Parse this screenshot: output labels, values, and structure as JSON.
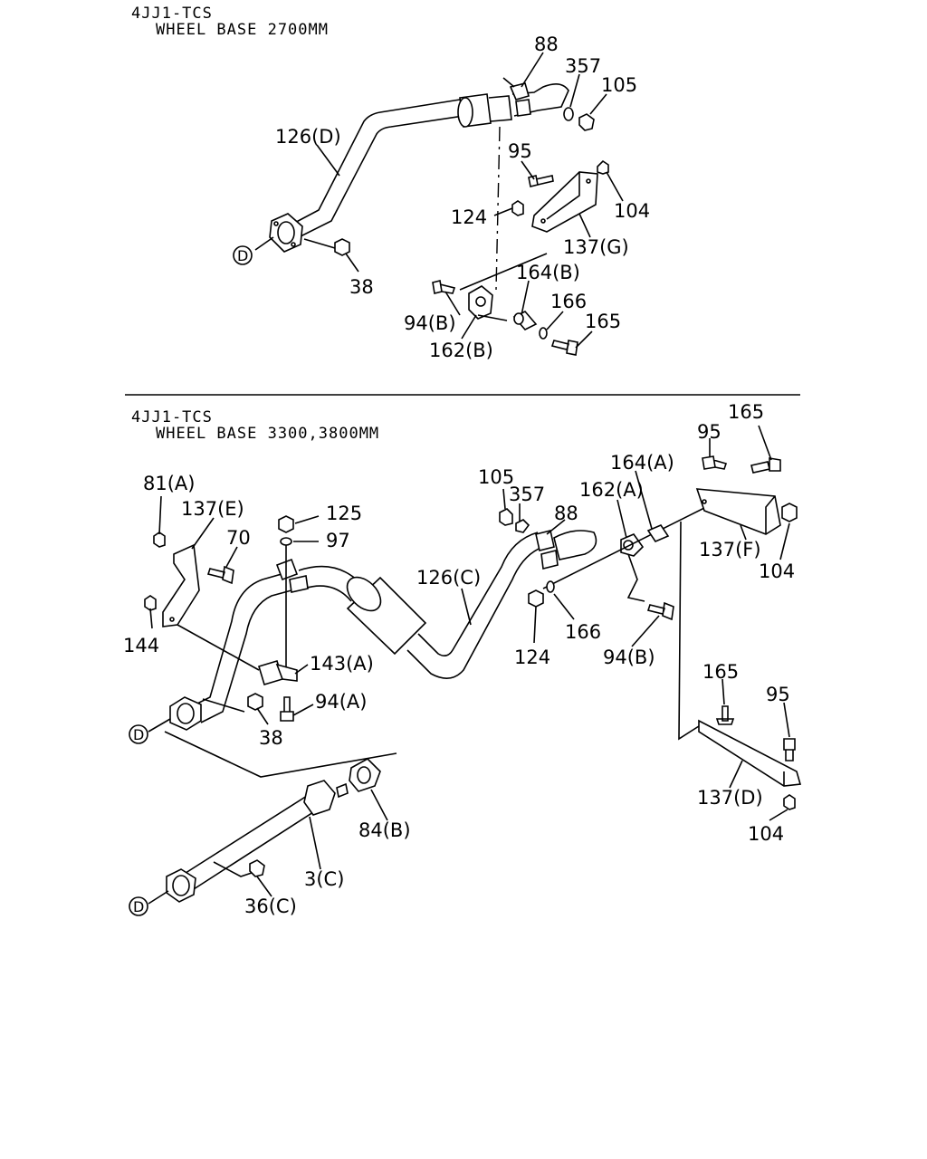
{
  "sections": [
    {
      "header_model": "4JJ1-TCS",
      "header_wheelbase": "WHEEL BASE 2700MM",
      "callouts": [
        "88",
        "357",
        "105",
        "126(D)",
        "95",
        "104",
        "124",
        "137(G)",
        "38",
        "164(B)",
        "166",
        "94(B)",
        "165",
        "162(B)"
      ],
      "markers": [
        "D"
      ]
    },
    {
      "header_model": "4JJ1-TCS",
      "header_wheelbase": "WHEEL BASE 3300,3800MM",
      "callouts": [
        "165",
        "95",
        "164(A)",
        "105",
        "81(A)",
        "357",
        "162(A)",
        "137(E)",
        "125",
        "88",
        "70",
        "97",
        "126(C)",
        "137(F)",
        "104",
        "144",
        "124",
        "166",
        "143(A)",
        "94(B)",
        "94(A)",
        "165",
        "95",
        "38",
        "137(D)",
        "104",
        "84(B)",
        "3(C)",
        "36(C)"
      ],
      "markers": [
        "D",
        "D"
      ]
    }
  ]
}
